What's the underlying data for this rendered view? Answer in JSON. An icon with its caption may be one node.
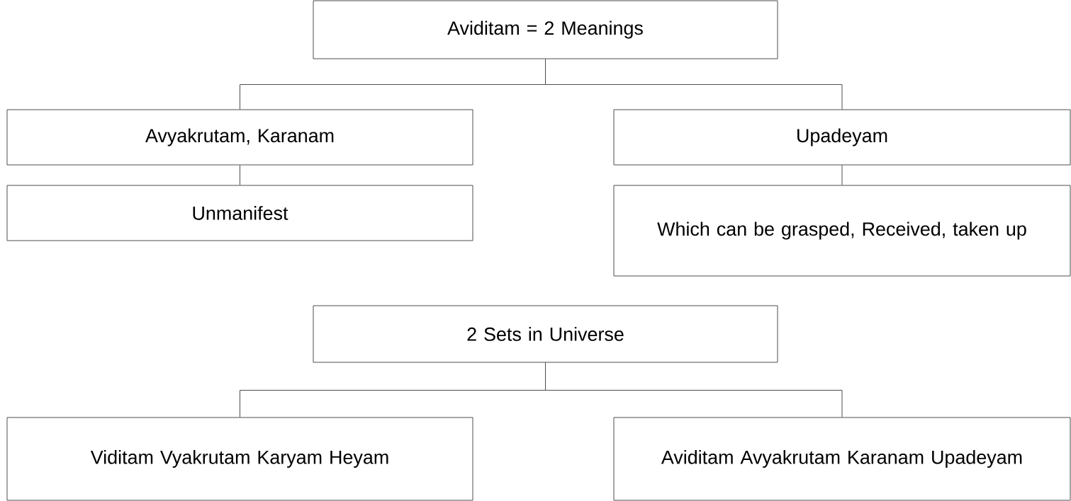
{
  "diagram": {
    "nodes": [
      {
        "text": [
          "Aviditam = 2 Meanings"
        ]
      },
      {
        "text": [
          "Avyakrutam, Karanam"
        ]
      },
      {
        "text": [
          "Unmanifest"
        ]
      },
      {
        "text": [
          "Upadeyam"
        ]
      },
      {
        "text": [
          "Which can be grasped, Received, taken up"
        ]
      },
      {
        "text": [
          "2 Sets in Universe"
        ]
      },
      {
        "text": [
          "Viditam Vyakrutam Karyam Heyam"
        ]
      },
      {
        "text": [
          "Aviditam Avyakrutam Karanam Upadeyam"
        ]
      }
    ],
    "edges": [
      {
        "from": 0,
        "to": 1,
        "arrow": "none"
      },
      {
        "from": 0,
        "to": 3,
        "arrow": "none"
      },
      {
        "from": 1,
        "to": 2,
        "arrow": "none"
      },
      {
        "from": 3,
        "to": 4,
        "arrow": "none"
      },
      {
        "from": 5,
        "to": 6,
        "arrow": "none"
      },
      {
        "from": 5,
        "to": 7,
        "arrow": "none"
      }
    ]
  }
}
